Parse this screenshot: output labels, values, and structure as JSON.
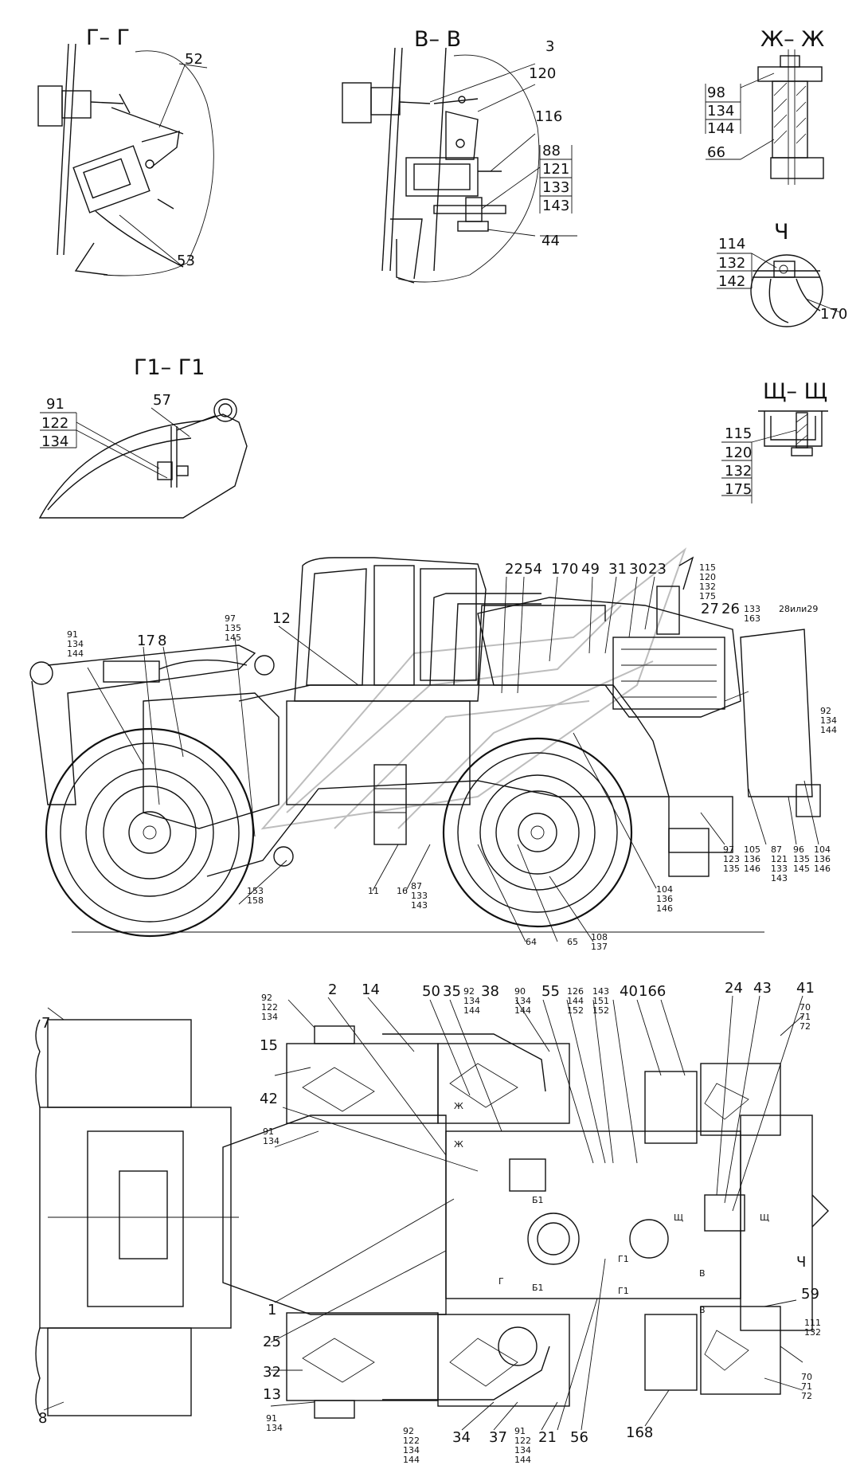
{
  "sections": {
    "g_g": "Г– Г",
    "v_v": "В– В",
    "zh_zh": "Ж– Ж",
    "ch": "Ч",
    "g1_g1": "Г1– Г1",
    "shch_shch": "Щ– Щ"
  },
  "detail_g": {
    "top": "52",
    "bottom": "53"
  },
  "detail_v": {
    "a": "3",
    "b": "120",
    "c": "116",
    "stack": [
      "88",
      "121",
      "133",
      "143"
    ],
    "d": "44"
  },
  "detail_zh": {
    "stack": [
      "98",
      "134",
      "144"
    ],
    "bottom": "66"
  },
  "detail_ch": {
    "stack": [
      "114",
      "132",
      "142"
    ],
    "side": "170"
  },
  "detail_g1": {
    "stack": [
      "91",
      "122",
      "134"
    ],
    "top": "57"
  },
  "detail_shch": {
    "stack": [
      "115",
      "120",
      "132",
      "175"
    ]
  },
  "side_view": {
    "top_labels": [
      "22",
      "54",
      "170",
      "49",
      "31",
      "30",
      "23"
    ],
    "stack_115": [
      "115",
      "120",
      "132",
      "175"
    ],
    "l12": "12",
    "l17": "17",
    "l8": "8",
    "l27": "27",
    "l26": "26",
    "stack_133": [
      "133",
      "163"
    ],
    "l28": "28или29",
    "stack_91": [
      "91",
      "134",
      "144"
    ],
    "stack_97": [
      "97",
      "135",
      "145"
    ],
    "stack_92": [
      "92",
      "134",
      "144"
    ],
    "stack_153": [
      "153",
      "158"
    ],
    "l11": "11",
    "l16": "16",
    "stack_87a": [
      "87",
      "133",
      "143"
    ],
    "l64": "64",
    "l65": "65",
    "stack_108": [
      "108",
      "137"
    ],
    "stack_104a": [
      "104",
      "136",
      "146"
    ],
    "stack_97b": [
      "97",
      "123",
      "135"
    ],
    "stack_105": [
      "105",
      "136",
      "146"
    ],
    "stack_87b": [
      "87",
      "121",
      "133",
      "143"
    ],
    "stack_96": [
      "96",
      "135",
      "145"
    ],
    "stack_104b": [
      "104",
      "136",
      "146"
    ]
  },
  "plan_view": {
    "l2": "2",
    "l14": "14",
    "l50": "50",
    "l35": "35",
    "l38": "38",
    "l55": "55",
    "l40": "40",
    "l166": "166",
    "l24": "24",
    "l43": "43",
    "l41": "41",
    "stack_92a": [
      "92",
      "122",
      "134"
    ],
    "stack_92b": [
      "92",
      "134",
      "144"
    ],
    "stack_90": [
      "90",
      "134",
      "144"
    ],
    "stack_126": [
      "126",
      "144",
      "152"
    ],
    "stack_143": [
      "143",
      "151",
      "152"
    ],
    "stack_70a": [
      "70",
      "71",
      "72"
    ],
    "l7": "7",
    "l15": "15",
    "l42": "42",
    "stack_91a": [
      "91",
      "134"
    ],
    "l1": "1",
    "l25": "25",
    "l32": "32",
    "l13": "13",
    "stack_91b": [
      "91",
      "134"
    ],
    "l8": "8",
    "l34": "34",
    "l37": "37",
    "l21": "21",
    "l56": "56",
    "l168": "168",
    "stack_92c": [
      "92",
      "122",
      "134",
      "144"
    ],
    "stack_91c": [
      "91",
      "122",
      "134",
      "144"
    ],
    "l59": "59",
    "stack_111": [
      "111",
      "132"
    ],
    "stack_70b": [
      "70",
      "71",
      "72"
    ],
    "l_ch": "Ч",
    "mark_zh": "Ж",
    "mark_b1": "Б1",
    "mark_shch": "Щ",
    "mark_g": "Г",
    "mark_g1": "Г1",
    "mark_v": "В"
  }
}
